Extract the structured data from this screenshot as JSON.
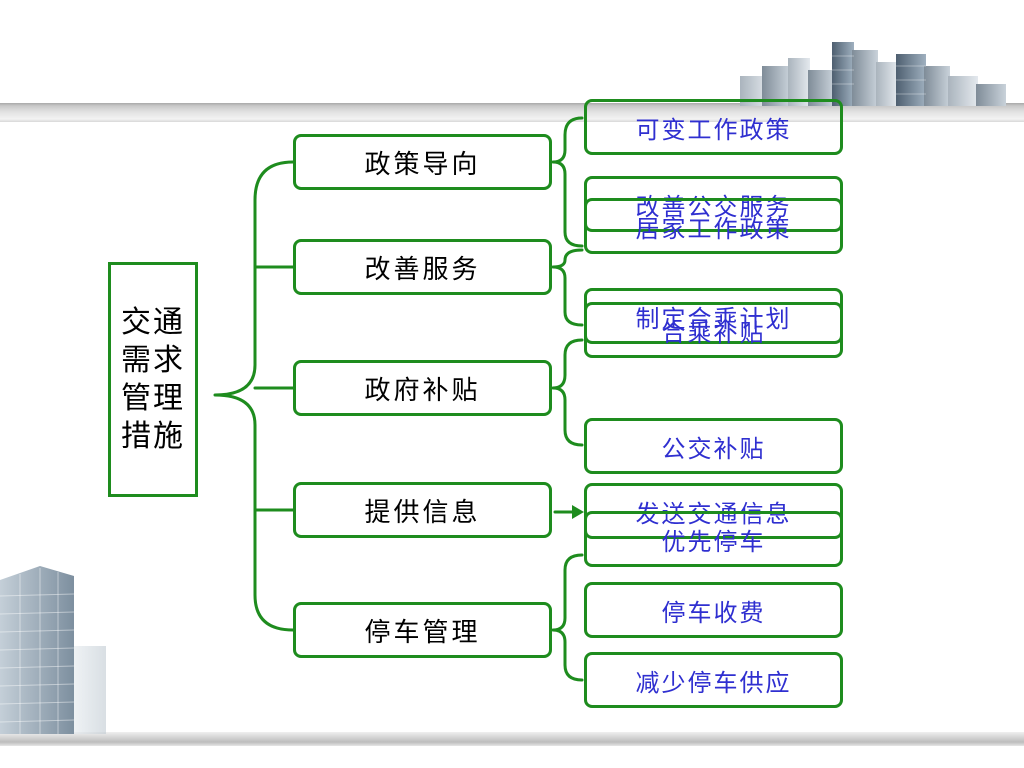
{
  "root": {
    "lines": [
      "交通",
      "需求",
      "管理",
      "措施"
    ]
  },
  "categories": [
    {
      "label": "政策导向"
    },
    {
      "label": "改善服务"
    },
    {
      "label": "政府补贴"
    },
    {
      "label": "提供信息"
    },
    {
      "label": "停车管理"
    }
  ],
  "measures": [
    "可变工作政策",
    "改善公交服务",
    "居家工作政策",
    "制定合乘计划",
    "合乘补贴",
    "公交补贴",
    "发送交通信息",
    "优先停车",
    "停车收费",
    "减少停车供应"
  ],
  "colors": {
    "border": "#1e8c1e",
    "measure_text": "#2f2fd0",
    "category_text": "#000000"
  }
}
